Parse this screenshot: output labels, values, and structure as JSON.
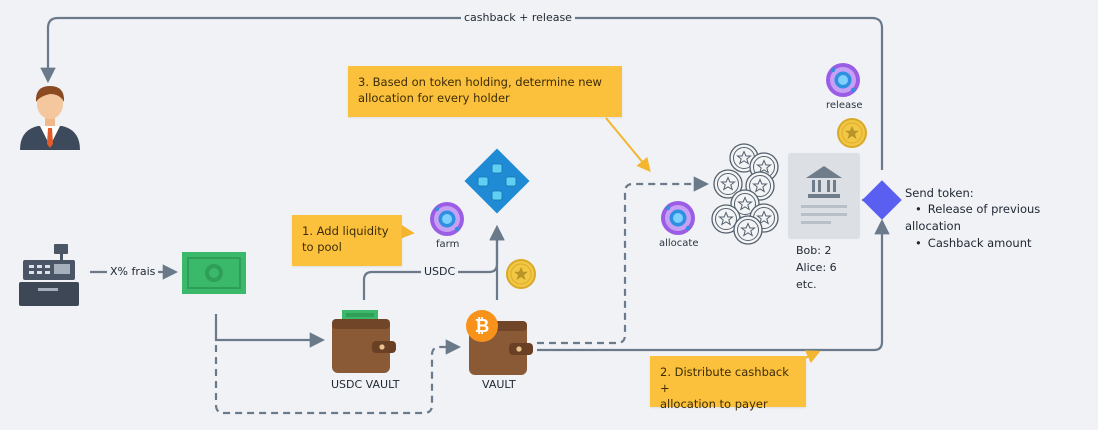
{
  "edges": {
    "cashback_release": "cashback + release",
    "fees": "X% frais",
    "usdc": "USDC"
  },
  "notes": {
    "step1": [
      "1.  Add liquidity",
      "to pool"
    ],
    "step2": [
      "2.  Distribute cashback +",
      "allocation to payer"
    ],
    "step3": [
      "3.  Based on token holding, determine new",
      "allocation for every holder"
    ]
  },
  "nodes": {
    "farm": "farm",
    "allocate": "allocate",
    "release": "release",
    "usdc_vault": "USDC VAULT",
    "vault": "VAULT"
  },
  "holdings": [
    "Bob: 2",
    "Alice: 6",
    "etc."
  ],
  "send_token": {
    "title": "Send token:",
    "items": [
      "Release of previous allocation",
      "Cashback amount"
    ]
  },
  "colors": {
    "background": "#f0f2f5",
    "note": "#fbc13c",
    "connector": "#6b7a8a",
    "pool": "#1f8bd4",
    "money": "#3bb96b",
    "wallet": "#8a5a37",
    "bitcoin": "#f7931a",
    "coin": "#f2c744",
    "token_ring": "#9b5de5",
    "diamond": "#5a5ff2"
  },
  "icons": [
    "person-icon",
    "cash-register-icon",
    "banknote-icon",
    "usdc-wallet-icon",
    "bitcoin-wallet-icon",
    "liquidity-pool-icon",
    "farm-token-icon",
    "allocate-token-icon",
    "release-token-icon",
    "star-coin-icon",
    "coin-pile-icon",
    "bank-document-icon",
    "send-token-diamond-icon"
  ]
}
